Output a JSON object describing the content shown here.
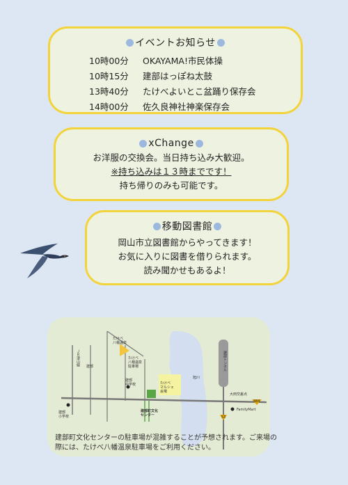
{
  "event": {
    "title": "イベントお知らせ",
    "items": [
      {
        "time": "10時00分",
        "name": "OKAYAMA!市民体操"
      },
      {
        "time": "10時15分",
        "name": "建部はっぽね太鼓"
      },
      {
        "time": "13時40分",
        "name": "たけべよいとこ盆踊り保存会"
      },
      {
        "time": "14時00分",
        "name": "佐久良神社神楽保存会"
      }
    ]
  },
  "xchange": {
    "title": "xChange",
    "line1": "お洋服の交換会。当日持ち込み大歓迎。",
    "line2": "※持ち込みは１３時までです！",
    "line3": "持ち帰りのみも可能です。"
  },
  "library": {
    "title": "移動図書館",
    "line1": "岡山市立図書館からやってきます！",
    "line2": "お気に入りに図書を借りられます。",
    "line3": "読み聞かせもあるよ！"
  },
  "map": {
    "labels": {
      "onsen": "たけべ\n八幡温泉",
      "onsen_parking": "たけべ\n八幡温泉\n駐車場",
      "jr": "ＪＲ津山線",
      "station": "建部",
      "middle_school": "建部\n中学校",
      "elementary_school": "建部\n小学校",
      "venue": "たけべ\nマルシェ\n会場",
      "culture_center": "建部町文化\nセンター",
      "river": "旭川",
      "tunnel": "建部トンネル",
      "familymart": "FamilyMart",
      "route53": "53",
      "route484": "484",
      "ohashi": "大田交差点"
    },
    "colors": {
      "road": "#777777",
      "venue": "#f6f3a0",
      "river": "#d3dff0",
      "tunnel": "#9a9a9a",
      "route": "#e0a400",
      "green": "#5aa646"
    }
  },
  "parking_note": "建部町文化センターの駐車場が混雑することが予想されます。ご来場の際には、たけべ八幡温泉駐車場をご利用ください。"
}
